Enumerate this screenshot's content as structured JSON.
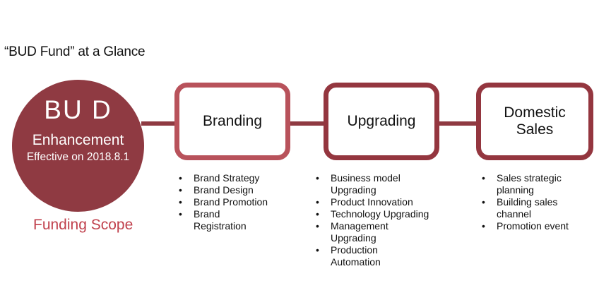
{
  "title": "“BUD Fund” at a Glance",
  "circle": {
    "heading": "BU D",
    "subheading": "Enhancement",
    "effective": "Effective on 2018.8.1"
  },
  "scope_label": "Funding Scope",
  "colors": {
    "primary": "#8f3a42",
    "box1_border": "#b8525b",
    "box_border": "#94363f",
    "scope_text": "#c0404c"
  },
  "categories": [
    {
      "label": "Branding",
      "items": [
        "Brand Strategy",
        "Brand Design",
        "Brand Promotion",
        "Brand\nRegistration"
      ]
    },
    {
      "label": "Upgrading",
      "items": [
        "Business model\nUpgrading",
        "Product Innovation",
        "Technology Upgrading",
        "Management\nUpgrading",
        "Production\nAutomation"
      ]
    },
    {
      "label": "Domestic\nSales",
      "items": [
        "Sales strategic\nplanning",
        "Building sales\nchannel",
        "Promotion event"
      ]
    }
  ]
}
